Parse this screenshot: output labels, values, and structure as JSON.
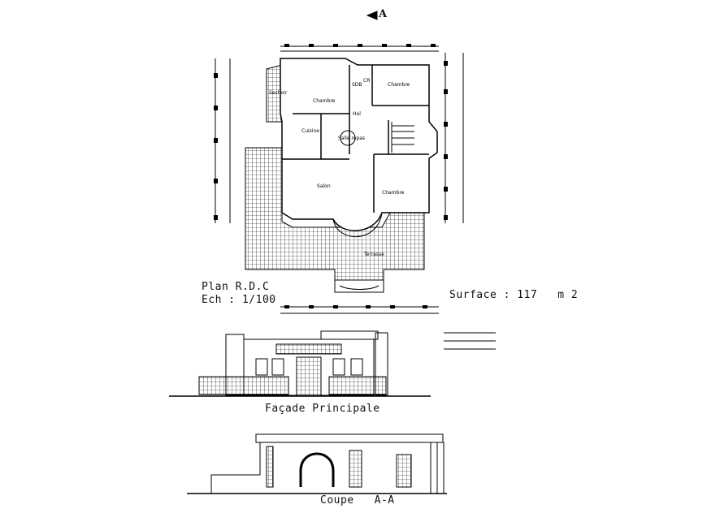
{
  "section_marker": "A",
  "plan": {
    "title": "Plan R.D.C",
    "scale": "Ech : 1/100",
    "surface": "Surface : 117   m 2",
    "rooms": [
      "Sechoir",
      "Chambre",
      "SDB",
      "CR",
      "Chambre",
      "Hal",
      "Cuisine",
      "Salle repas",
      "Salon",
      "Chambre",
      "Terrasse"
    ]
  },
  "elevation": {
    "title": "Façade Principale"
  },
  "section": {
    "title": "Coupe   A-A"
  }
}
